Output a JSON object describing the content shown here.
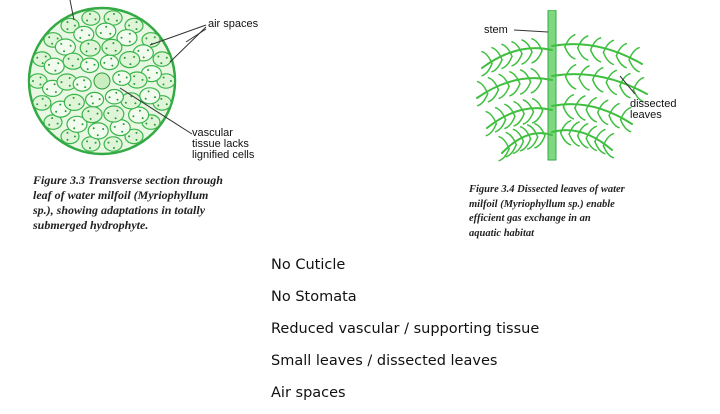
{
  "figure1": {
    "labels": {
      "air_spaces": "air spaces",
      "vascular_1": "vascular",
      "vascular_2": "tissue lacks",
      "vascular_3": "lignified cells"
    },
    "caption": {
      "number": "Figure 3.3",
      "lines": [
        "Transverse section through",
        "leaf of water milfoil (Myriophyllum",
        "sp.), showing adaptations in totally",
        "submerged hydrophyte."
      ]
    }
  },
  "figure2": {
    "labels": {
      "stem": "stem",
      "dissected_1": "dissected",
      "dissected_2": "leaves"
    },
    "caption": {
      "number": "Figure 3.4",
      "lines": [
        "Dissected leaves of water",
        "milfoil (Myriophyllum sp.) enable",
        "efficient gas exchange in an",
        "aquatic habitat"
      ]
    }
  },
  "notes": [
    "No Cuticle",
    "No Stomata",
    "Reduced vascular / supporting tissue",
    "Small leaves / dissected leaves",
    "Air spaces"
  ],
  "colors": {
    "plant_green": "#3fbf3f",
    "cell_fill": "#dff5d8",
    "cell_stroke": "#39b54a"
  }
}
